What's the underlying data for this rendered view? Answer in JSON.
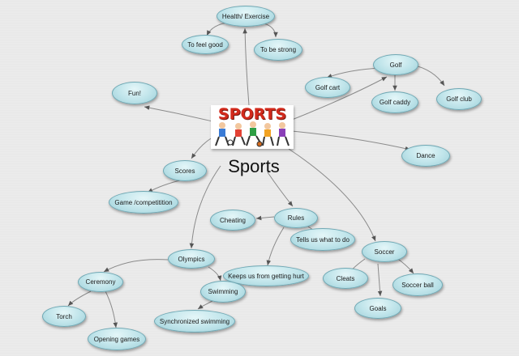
{
  "title": "Sports",
  "image": {
    "banner_text": "SPORTS",
    "description_icon": "sports-clipart-icon"
  },
  "nodes": {
    "health": "Health/ Exercise",
    "feel_good": "To feel good",
    "be_strong": "To be strong",
    "golf": "Golf",
    "golf_cart": "Golf cart",
    "golf_caddy": "Golf caddy",
    "golf_club": "Golf club",
    "fun": "Fun!",
    "dance": "Dance",
    "scores": "Scores",
    "game_competition": "Game /competitition",
    "rules": "Rules",
    "cheating": "Cheating",
    "tells_us": "Tells us what to do",
    "keeps_us": "Keeps us from getting hurt",
    "soccer": "Soccer",
    "cleats": "Cleats",
    "soccer_ball": "Soccer ball",
    "goals": "Goals",
    "olympics": "Olympics",
    "ceremony": "Ceremony",
    "swimming": "Swimming",
    "synchronized_swimming": "Synchronized swimming",
    "torch": "Torch",
    "opening_games": "Opening games"
  },
  "colors": {
    "node_fill": "#bfe4ea",
    "node_border": "#6fa8b4",
    "edge": "#8a8a8a",
    "banner": "#d22a1c"
  }
}
